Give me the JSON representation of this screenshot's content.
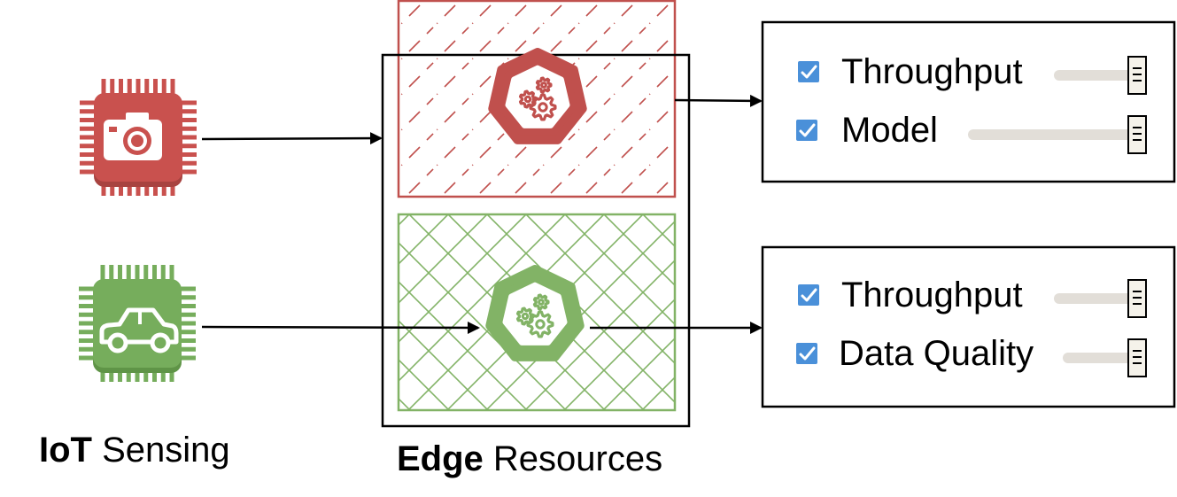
{
  "colors": {
    "red": "#c0504d",
    "red_chip": "#c9514e",
    "red_chip_shade": "#a84340",
    "green": "#82b366",
    "green_chip": "#76ad5c",
    "green_chip_shade": "#5f9447",
    "checkbox": "#4a90d9",
    "slider_track": "#e2ded8",
    "slider_thumb": "#f5f2ea"
  },
  "iot": {
    "caption_bold": "IoT",
    "caption_rest": " Sensing",
    "devices": [
      {
        "icon": "camera-icon"
      },
      {
        "icon": "car-icon"
      }
    ]
  },
  "edge": {
    "caption_bold": "Edge",
    "caption_rest": " Resources",
    "workloads": [
      {
        "icon": "kubernetes-gears-icon",
        "color": "red",
        "pattern": "diagonal-hatch"
      },
      {
        "icon": "kubernetes-gears-icon",
        "color": "green",
        "pattern": "cross-hatch"
      }
    ]
  },
  "panels": [
    {
      "metrics": [
        {
          "label": "Throughput",
          "checked": true,
          "level": 1.0
        },
        {
          "label": "Model",
          "checked": true,
          "level": 1.0
        }
      ]
    },
    {
      "metrics": [
        {
          "label": "Throughput",
          "checked": true,
          "level": 1.0
        },
        {
          "label": "Data Quality",
          "checked": true,
          "level": 1.0
        }
      ]
    }
  ]
}
